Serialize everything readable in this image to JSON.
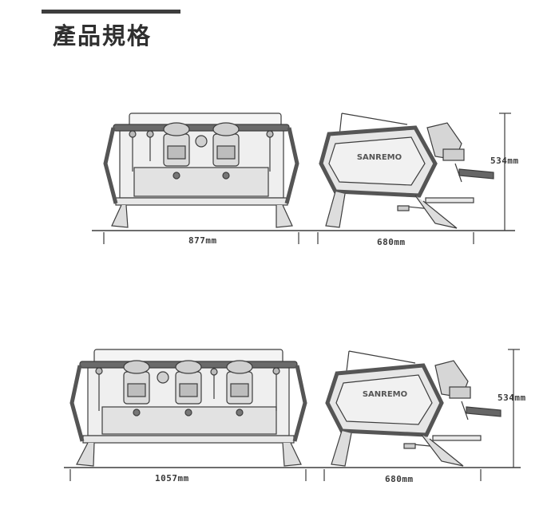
{
  "header": {
    "title": "產品規格"
  },
  "figures": [
    {
      "front_width_label": "877mm",
      "side_depth_label": "680mm",
      "height_label": "534mm",
      "brand_text": "SANREMO",
      "groups": 2
    },
    {
      "front_width_label": "1057mm",
      "side_depth_label": "680mm",
      "height_label": "534mm",
      "brand_text": "SANREMO",
      "groups": 3
    }
  ],
  "colors": {
    "line": "#3d3d3d",
    "frame": "#555555",
    "body": "#ececec",
    "panel": "#d6d6d6"
  }
}
